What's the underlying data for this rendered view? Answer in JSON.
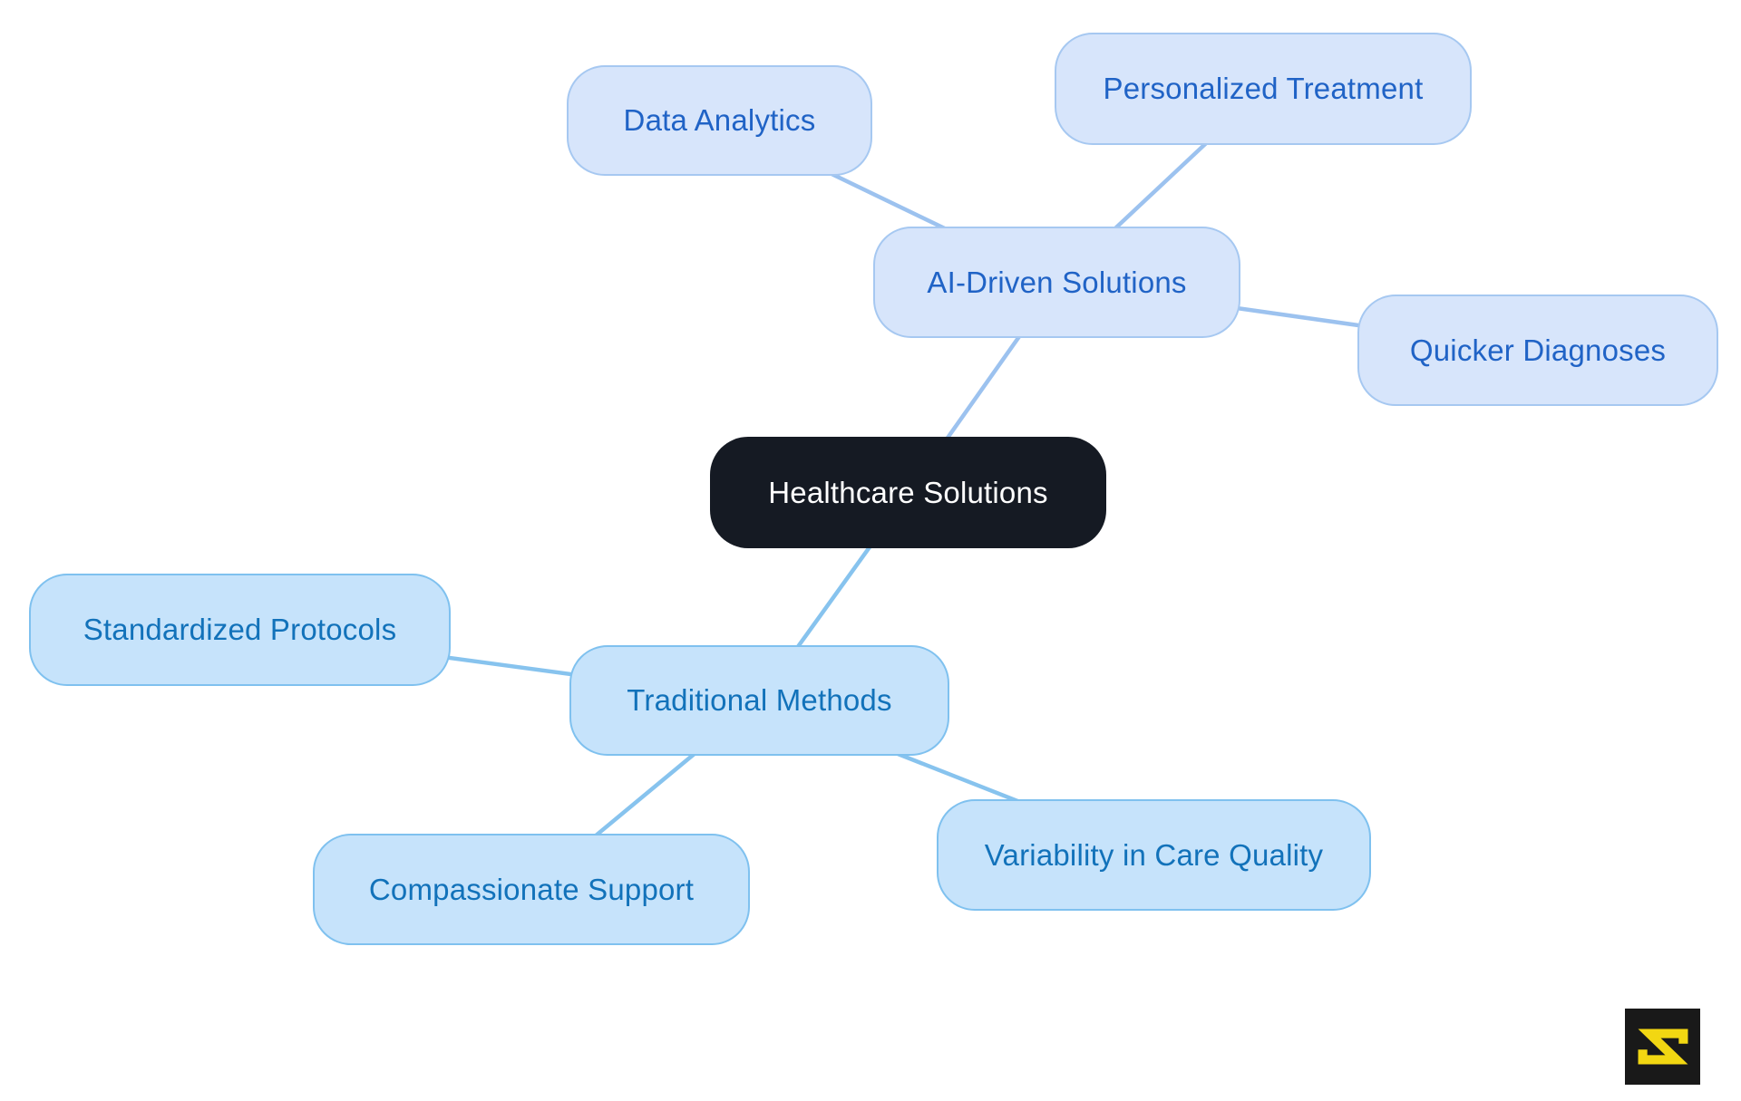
{
  "mindmap": {
    "root": {
      "label": "Healthcare Solutions"
    },
    "branches": [
      {
        "label": "AI-Driven Solutions",
        "children": [
          {
            "label": "Data Analytics"
          },
          {
            "label": "Personalized Treatment"
          },
          {
            "label": "Quicker Diagnoses"
          }
        ]
      },
      {
        "label": "Traditional Methods",
        "children": [
          {
            "label": "Standardized Protocols"
          },
          {
            "label": "Compassionate Support"
          },
          {
            "label": "Variability in Care Quality"
          }
        ]
      }
    ]
  },
  "colors": {
    "canvas_bg": "#ffffff",
    "root_fill": "#151a23",
    "root_text": "#ffffff",
    "ai_fill": "#d7e5fb",
    "ai_border": "#a6c8f1",
    "ai_text": "#2063c6",
    "ai_edge": "#9cc2ef",
    "trad_fill": "#c6e3fb",
    "trad_border": "#7fc1ef",
    "trad_text": "#1272ba",
    "trad_edge": "#87c3ee",
    "logo_bg": "#191919",
    "logo_glyph": "#f2d712"
  }
}
